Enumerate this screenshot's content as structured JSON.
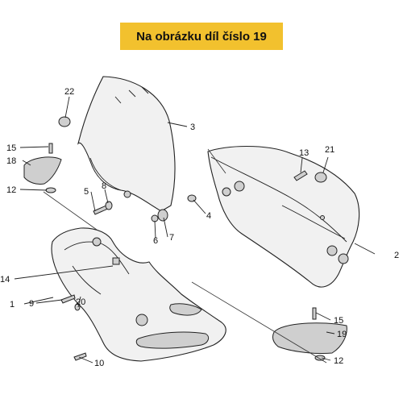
{
  "banner": {
    "text": "Na obrázku díl číslo 19",
    "color": "#f2c12e"
  },
  "callouts": {
    "c1": "1",
    "c2": "2",
    "c3": "3",
    "c4": "4",
    "c5": "5",
    "c6": "6",
    "c7": "7",
    "c8": "8",
    "c9": "9",
    "c10": "10",
    "c12a": "12",
    "c12b": "12",
    "c13": "13",
    "c14": "14",
    "c15a": "15",
    "c15b": "15",
    "c18": "18",
    "c19": "19",
    "c20": "20",
    "c21": "21",
    "c22": "22"
  }
}
